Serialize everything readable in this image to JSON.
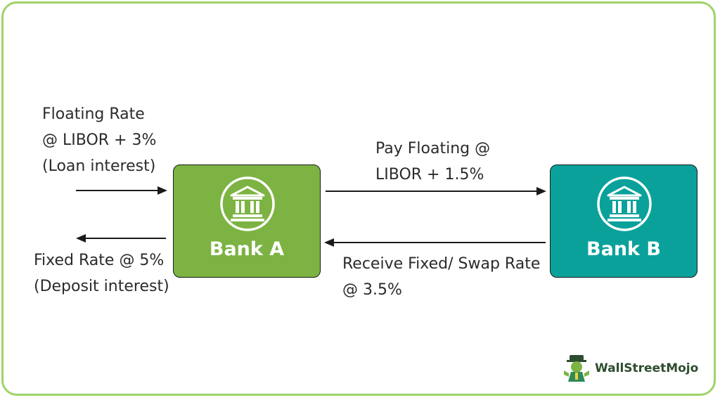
{
  "left": {
    "floating_line1": "Floating Rate",
    "floating_line2": "@ LIBOR + 3%",
    "floating_line3": "(Loan interest)",
    "fixed_line1": "Fixed Rate @ 5%",
    "fixed_line2": "(Deposit interest)"
  },
  "middle": {
    "pay_line1": "Pay Floating @",
    "pay_line2": "LIBOR + 1.5%",
    "receive_line1": "Receive Fixed/ Swap Rate",
    "receive_line2": "@ 3.5%"
  },
  "banks": {
    "a_label": "Bank A",
    "b_label": "Bank B",
    "icon": "bank-building-icon"
  },
  "colors": {
    "bank_a": "#7cb342",
    "bank_b": "#0aa19b",
    "frame": "#9fd36a"
  },
  "brand": {
    "name": "WallStreetMojo"
  }
}
